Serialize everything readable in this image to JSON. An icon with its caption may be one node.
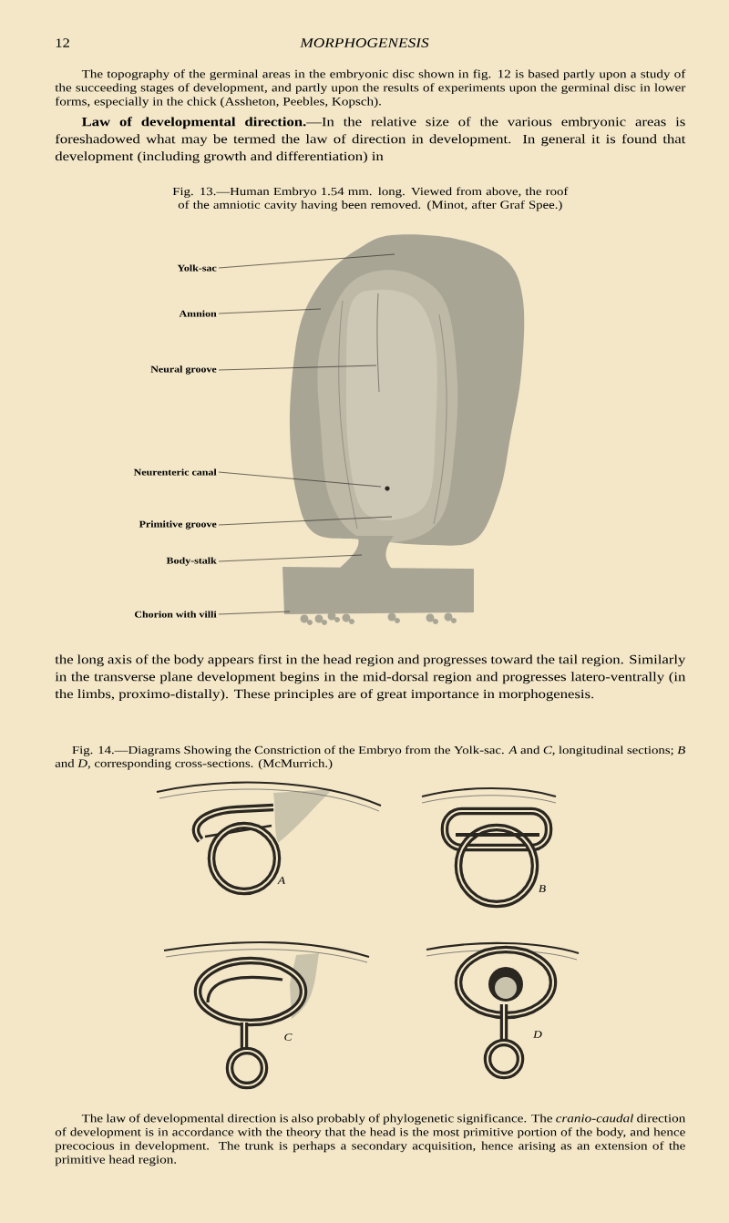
{
  "diagram": {
    "nodes": [
      {
        "text": [
          "Yolk-sac"
        ]
      },
      {
        "text": [
          "Amnion"
        ]
      },
      {
        "text": [
          "Neural groove"
        ]
      },
      {
        "text": [
          "Neurenteric canal"
        ]
      },
      {
        "text": [
          "Primitive groove"
        ]
      },
      {
        "text": [
          "Body-stalk"
        ]
      },
      {
        "text": [
          "Chorion with villi"
        ]
      }
    ],
    "edges": [
      {
        "from": 0,
        "to": null,
        "arrow": "none"
      },
      {
        "from": 1,
        "to": null,
        "arrow": "none"
      },
      {
        "from": 2,
        "to": null,
        "arrow": "none"
      },
      {
        "from": 3,
        "to": null,
        "arrow": "none"
      },
      {
        "from": 4,
        "to": null,
        "arrow": "none"
      },
      {
        "from": 5,
        "to": null,
        "arrow": "none"
      },
      {
        "from": 6,
        "to": null,
        "arrow": "none"
      }
    ],
    "labels": [
      "12",
      "MORPHOGENESIS",
      "The topography of the germinal areas in the embryonic disc shown in fig. 12 is based partly upon a study of the succeeding stages of development, and partly upon the results of experiments upon the germinal disc in lower forms, especially in the chick (Assheton, Peebles, Kopsch).",
      "**Law of developmental direction.**—In the relative size of the various embryonic areas is foreshadowed what may be termed the law of direction in development. In general it is found that development (including growth and differentiation) in",
      "Fig. 13.—Human Embryo 1.54 mm. long. Viewed from above, the roof of the amniotic cavity having been removed. (Minot, after Graf Spee.)",
      "the long axis of the body appears first in the head region and progresses toward the tail region. Similarly in the transverse plane development begins in the mid-dorsal region and progresses latero-ventrally (in the limbs, proximo-distally). These principles are of great importance in morphogenesis.",
      "Fig. 14.—Diagrams Showing the Constriction of the Embryo from the Yolk-sac. *A* and *C*, longitudinal sections; *B* and *D*, corresponding cross-sections. (McMurrich.)",
      "A",
      "B",
      "C",
      "D",
      "The law of developmental direction is also probably of phylogenetic significance. The *cranio-caudal* direction of development is in accordance with the theory that the head is the most primitive portion of the body, and hence precocious in development. The trunk is perhaps a secondary acquisition, hence arising as an extension of the primitive head region."
    ]
  }
}
